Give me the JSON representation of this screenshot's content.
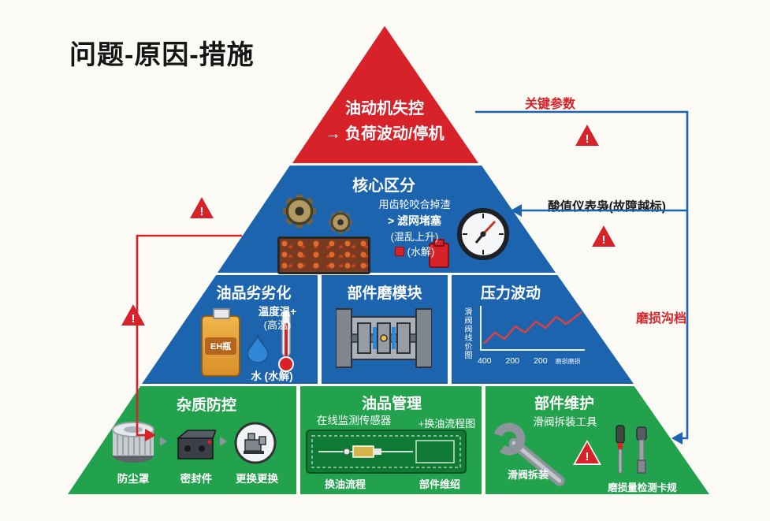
{
  "title": "问题-原因-措施",
  "marks": {
    "exclaim": "!"
  },
  "colors": {
    "red": "#d7222a",
    "blue": "#1d64ae",
    "green": "#23a24d",
    "background": "#fbfaf4"
  },
  "apex": {
    "line1": "油动机失控",
    "line2": "→ 负荷波动/停机"
  },
  "core": {
    "title": "核心区分",
    "line1": "用齿轮咬合掉渣",
    "line2": "> 滤网堵塞",
    "line3": "(混乱上升)",
    "line4": "(水解)"
  },
  "middle": {
    "oil": {
      "title": "油品劣劣化",
      "temp": "温度温+",
      "temp_sub": "(高温)",
      "bottle": "EH瓶",
      "water": "水 (水解)"
    },
    "wear": {
      "title": "部件磨模块"
    },
    "pressure": {
      "title": "压力波动",
      "ylabel": "滑阀阀线价图",
      "ticks": [
        "400",
        "200",
        "200"
      ],
      "tick_suffix": "磨损磨损"
    }
  },
  "bottom": {
    "impurity": {
      "title": "杂质防控",
      "items": [
        "防尘罩",
        "密封件",
        "更换更换"
      ]
    },
    "oil_mgmt": {
      "title": "油品管理",
      "top_left": "在线监测传感器",
      "top_right": "+换油流程图",
      "bottom_left": "换油流程",
      "bottom_right": "部件维绍"
    },
    "maintenance": {
      "title": "部件维护",
      "tools": "滑阀拆装工具",
      "wrench": "滑阀拆装",
      "gauge": "磨损量检测卡规"
    }
  },
  "annotations": {
    "key_params": "关键参数",
    "acid_meter": "酸值仪表袅(故障越标)",
    "wear_groove": "磨损沟档"
  },
  "chart_data": {
    "type": "line",
    "title": "压力波动",
    "ylabel": "滑阀阀线价图",
    "x_ticks": [
      "400",
      "200",
      "200"
    ],
    "points": [
      30,
      48,
      38,
      58,
      48,
      66,
      56,
      74,
      62,
      84
    ],
    "line_color": "#d7222a",
    "grid": false,
    "legend": "none"
  }
}
